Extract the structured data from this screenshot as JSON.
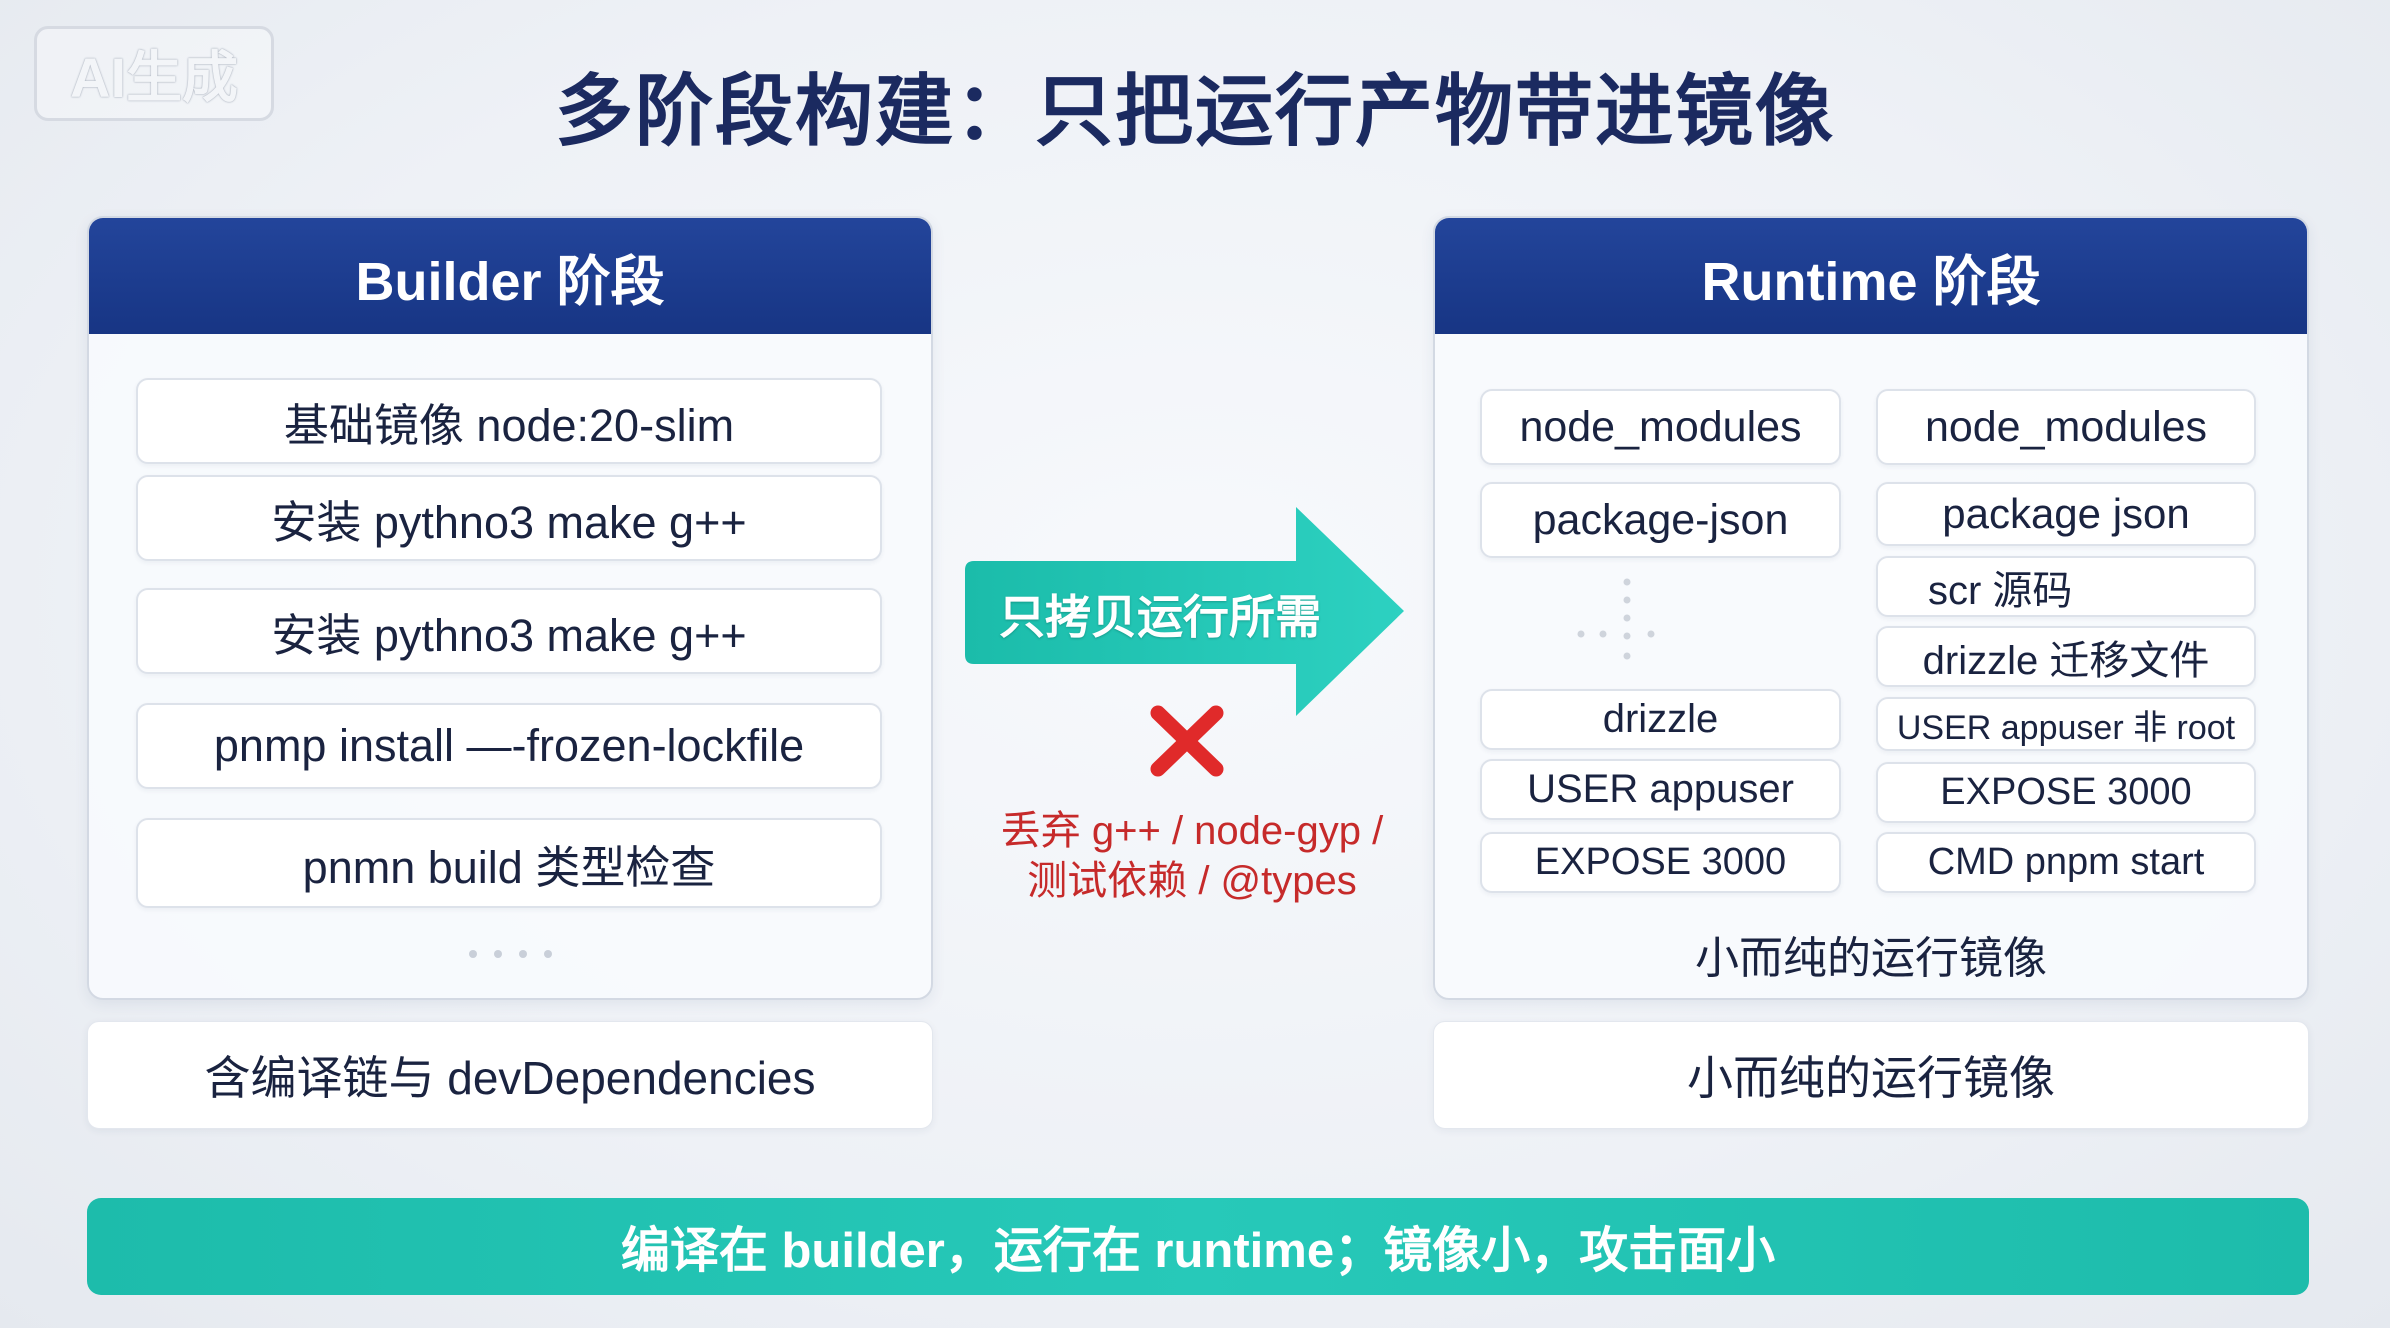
{
  "watermark": "AI生成",
  "title": "多阶段构建：只把运行产物带进镜像",
  "builder": {
    "header": "Builder 阶段",
    "steps": [
      "基础镜像 node:20-slim",
      "安装 pythno3 make g++",
      "安装 pythno3 make g++",
      "pnmp install —-frozen-lockfile",
      "pnmn build 类型检查"
    ],
    "footer": "含编译链与 devDependencies"
  },
  "arrow": {
    "label": "只拷贝运行所需"
  },
  "discard": {
    "icon": "cross-icon",
    "line1": "丢弃 g++ / node-gyp /",
    "line2": "测试依赖 / @types"
  },
  "runtime": {
    "header": "Runtime 阶段",
    "col_left": [
      "node_modules",
      "package-json",
      "drizzle",
      "USER appuser",
      "EXPOSE 3000"
    ],
    "col_right": [
      "node_modules",
      "package json",
      "scr 源码",
      "drizzle 迁移文件",
      "USER appuser 非 root",
      "EXPOSE 3000",
      "CMD pnpm start"
    ],
    "caption": "小而纯的运行镜像",
    "footer": "小而纯的运行镜像"
  },
  "summary": "编译在 builder，运行在 runtime；镜像小，攻击面小",
  "colors": {
    "navy": "#1d3c8f",
    "teal": "#22c3b3",
    "discard_red": "#c62a2a"
  }
}
